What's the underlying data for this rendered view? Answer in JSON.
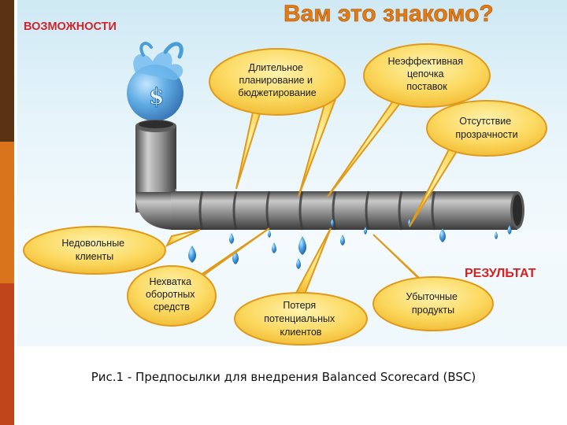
{
  "header": {
    "left_label": "ВОЗМОЖНОСТИ",
    "title": "Вам это знакомо?"
  },
  "bubbles": [
    {
      "id": "planning",
      "lines": [
        "Длительное",
        "планирование и",
        "бюджетирование"
      ]
    },
    {
      "id": "supply",
      "lines": [
        "Неэффективная",
        "цепочка",
        "поставок"
      ]
    },
    {
      "id": "transparency",
      "lines": [
        "Отсутствие",
        "прозрачности"
      ]
    },
    {
      "id": "clients",
      "lines": [
        "Недовольные",
        "клиенты"
      ]
    },
    {
      "id": "working_capital",
      "lines": [
        "Нехватка",
        "оборотных",
        "средств"
      ]
    },
    {
      "id": "lost_clients",
      "lines": [
        "Потеря",
        "потенциальных",
        "клиентов"
      ]
    },
    {
      "id": "products",
      "lines": [
        "Убыточные",
        "продукты"
      ]
    }
  ],
  "result_label": "РЕЗУЛЬТАТ",
  "caption": "Рис.1 - Предпосылки для внедрения Balanced Scorecard (BSC)",
  "colors": {
    "bubble_fill": "#f9d45c",
    "bubble_stroke": "#e09a1a",
    "title": "#e37b14",
    "result": "#d42020",
    "water": "#2f86c7",
    "pipe": "#7d7d7d"
  }
}
